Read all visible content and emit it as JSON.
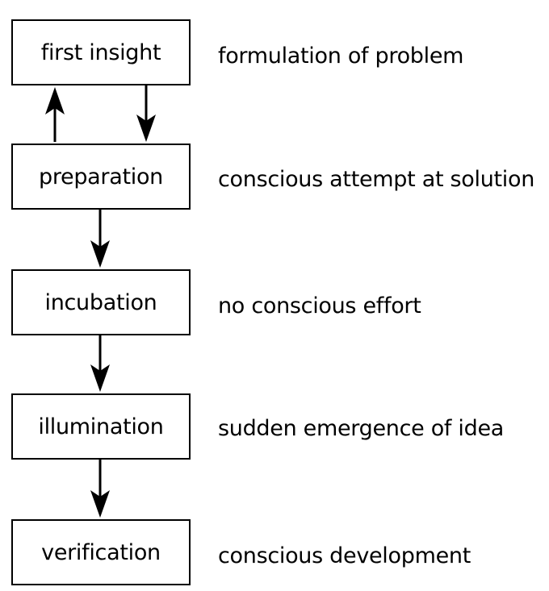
{
  "stages": [
    {
      "label": "first insight",
      "description": "formulation of problem"
    },
    {
      "label": "preparation",
      "description": "conscious attempt at solution"
    },
    {
      "label": "incubation",
      "description": "no conscious effort"
    },
    {
      "label": "illumination",
      "description": "sudden emergence of idea"
    },
    {
      "label": "verification",
      "description": "conscious development"
    }
  ]
}
